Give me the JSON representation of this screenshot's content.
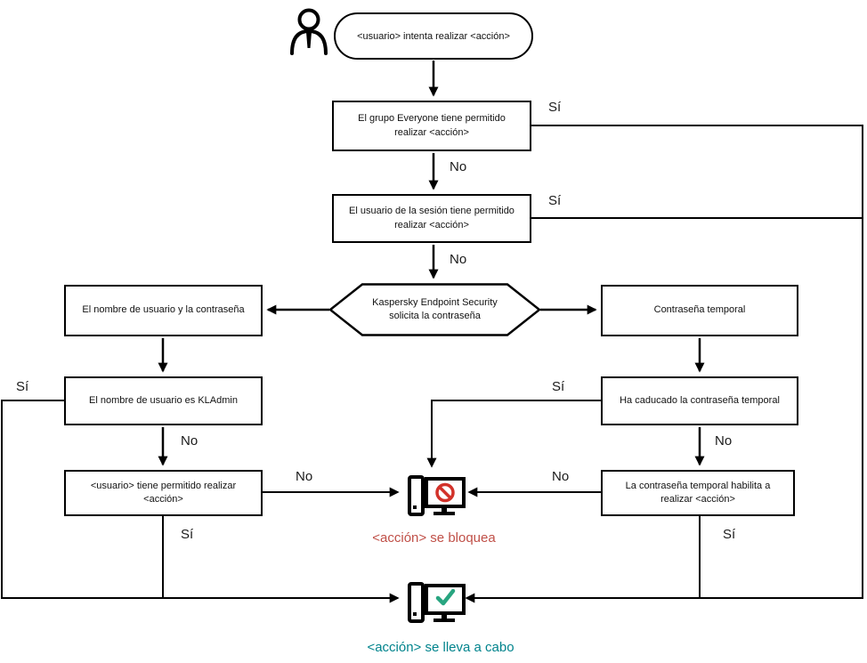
{
  "flowchart": {
    "start": "<usuario> intenta realizar <acción>",
    "boxes": {
      "everyone": "El grupo Everyone tiene permitido realizar <acción>",
      "session_user": "El usuario de la sesión tiene permitido realizar <acción>",
      "password_prompt": "Kaspersky Endpoint Security solicita la contraseña",
      "username_password": "El nombre de usuario y la contraseña",
      "temp_password": "Contraseña temporal",
      "username_kladmin": "El nombre de usuario es KLAdmin",
      "temp_expired": "Ha caducado la contraseña temporal",
      "user_allowed": "<usuario> tiene permitido realizar <acción>",
      "temp_allows": "La contraseña temporal habilita a realizar <acción>"
    },
    "outcomes": {
      "blocked": "<acción> se bloquea",
      "performed": "<acción> se lleva a cabo"
    },
    "edge_labels": {
      "yes": "Sí",
      "no": "No"
    },
    "icons": {
      "user": "user-icon",
      "blocked": "blocked-computer-icon",
      "allowed": "allowed-computer-icon",
      "no_entry": "no-entry-icon",
      "checkmark": "checkmark-icon"
    },
    "colors": {
      "blocked_text": "#c05048",
      "performed_text": "#00838c",
      "no_sign": "#d2322a",
      "checkmark": "#28a580",
      "line": "#000000"
    }
  }
}
